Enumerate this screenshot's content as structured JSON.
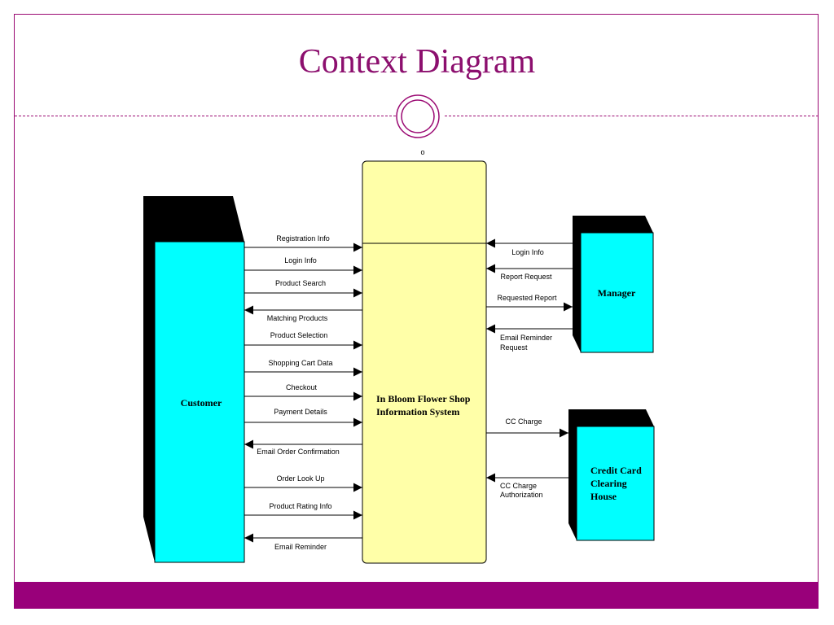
{
  "slide": {
    "title": "Context Diagram",
    "accent_color": "#99007a"
  },
  "diagram": {
    "small_mark": "o",
    "process": {
      "lines": [
        "In Bloom Flower Shop",
        "Information System"
      ]
    },
    "entities": {
      "customer": "Customer",
      "manager": "Manager",
      "clearing": [
        "Credit Card",
        "Clearing",
        "House"
      ]
    },
    "flows": {
      "registration_info": "Registration Info",
      "login_info": "Login Info",
      "product_search": "Product Search",
      "matching_products": "Matching Products",
      "product_selection": "Product Selection",
      "shopping_cart_data": "Shopping Cart Data",
      "checkout": "Checkout",
      "payment_details": "Payment Details",
      "email_order_confirmation": "Email Order Confirmation",
      "order_look_up": "Order Look Up",
      "product_rating_info": "Product Rating Info",
      "email_reminder": "Email Reminder",
      "manager_login_info": "Login Info",
      "report_request": "Report Request",
      "requested_report": "Requested Report",
      "email_reminder_request": [
        "Email Reminder",
        "Request"
      ],
      "cc_charge": "CC Charge",
      "cc_charge_authorization": [
        "CC Charge",
        "Authorization"
      ]
    }
  }
}
